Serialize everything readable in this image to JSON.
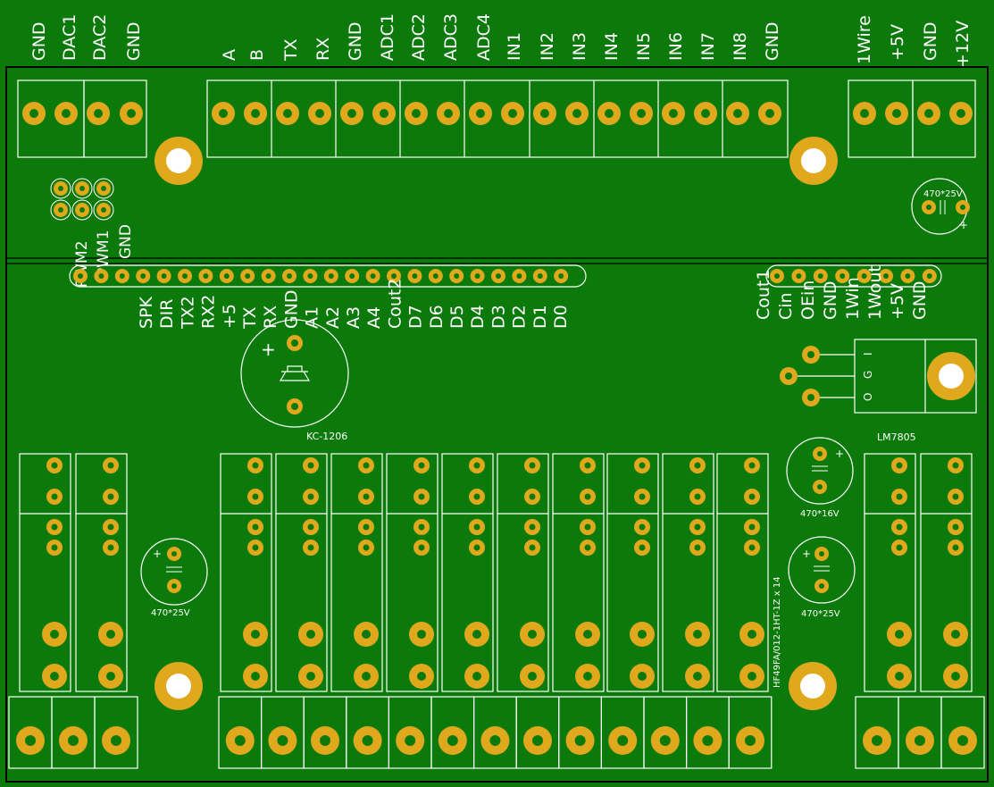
{
  "colors": {
    "board": "#0b7a0b",
    "copper": "#e0a81c",
    "silk": "#ffffff",
    "hole": "#0b7a0b",
    "edge": "#000000"
  },
  "top_labels_left": [
    "GND",
    "DAC1",
    "DAC2",
    "GND"
  ],
  "top_labels_main": [
    "A",
    "B",
    "TX",
    "RX",
    "GND",
    "ADC1",
    "ADC2",
    "ADC3",
    "ADC4",
    "IN1",
    "IN2",
    "IN3",
    "IN4",
    "IN5",
    "IN6",
    "IN7",
    "IN8",
    "GND"
  ],
  "top_labels_right": [
    "1Wire",
    "+5V",
    "GND",
    "+12V"
  ],
  "pwm_labels": [
    "PWM2",
    "PWM1",
    "GND"
  ],
  "header_left_labels": [
    "SPK",
    "DIR",
    "TX2",
    "RX2",
    "+5",
    "TX",
    "RX",
    "GND",
    "A1",
    "A2",
    "A3",
    "A4",
    "Cout2",
    "D7",
    "D6",
    "D5",
    "D4",
    "D3",
    "D2",
    "D1",
    "D0"
  ],
  "header_right_labels": [
    "Cout1",
    "Cin",
    "OEin",
    "GND",
    "1Win",
    "1Wout",
    "+5V",
    "GND"
  ],
  "cap_top_right": "470*25V",
  "cap_left": "470*25V",
  "cap_mid_top": "470*16V",
  "cap_mid_bottom": "470*25V",
  "buzzer_label": "KC-1206",
  "regulator_label": "LM7805",
  "regulator_pins": [
    "I",
    "G",
    "O"
  ],
  "relay_label": "HF49FA/012-1HT-1Z x 14"
}
